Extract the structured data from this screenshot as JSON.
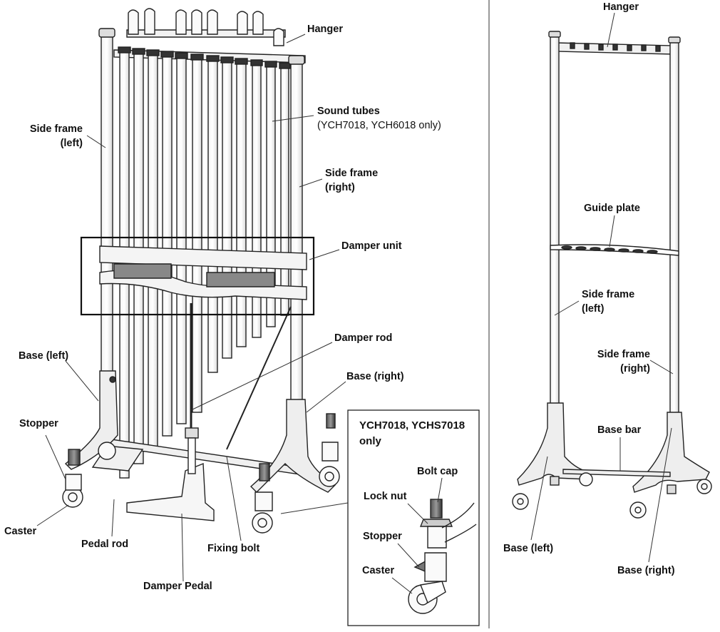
{
  "main_figure": {
    "labels": {
      "hanger": "Hanger",
      "sound_tubes": "Sound tubes",
      "sound_tubes_note": "(YCH7018, YCH6018 only)",
      "side_frame_left_1": "Side frame",
      "side_frame_left_2": "(left)",
      "side_frame_right_1": "Side frame",
      "side_frame_right_2": "(right)",
      "damper_unit": "Damper unit",
      "damper_rod": "Damper rod",
      "base_left": "Base (left)",
      "base_right": "Base (right)",
      "stopper": "Stopper",
      "caster": "Caster",
      "pedal_rod": "Pedal rod",
      "fixing_bolt": "Fixing bolt",
      "damper_pedal": "Damper Pedal"
    },
    "inset": {
      "title_1": "YCH7018, YCHS7018",
      "title_2": "only",
      "bolt_cap": "Bolt cap",
      "lock_nut": "Lock nut",
      "stopper": "Stopper",
      "caster": "Caster"
    }
  },
  "side_figure": {
    "labels": {
      "hanger": "Hanger",
      "guide_plate": "Guide plate",
      "side_frame_left_1": "Side frame",
      "side_frame_left_2": "(left)",
      "side_frame_right_1": "Side frame",
      "side_frame_right_2": "(right)",
      "base_bar": "Base bar",
      "base_left": "Base (left)",
      "base_right": "Base (right)"
    }
  }
}
